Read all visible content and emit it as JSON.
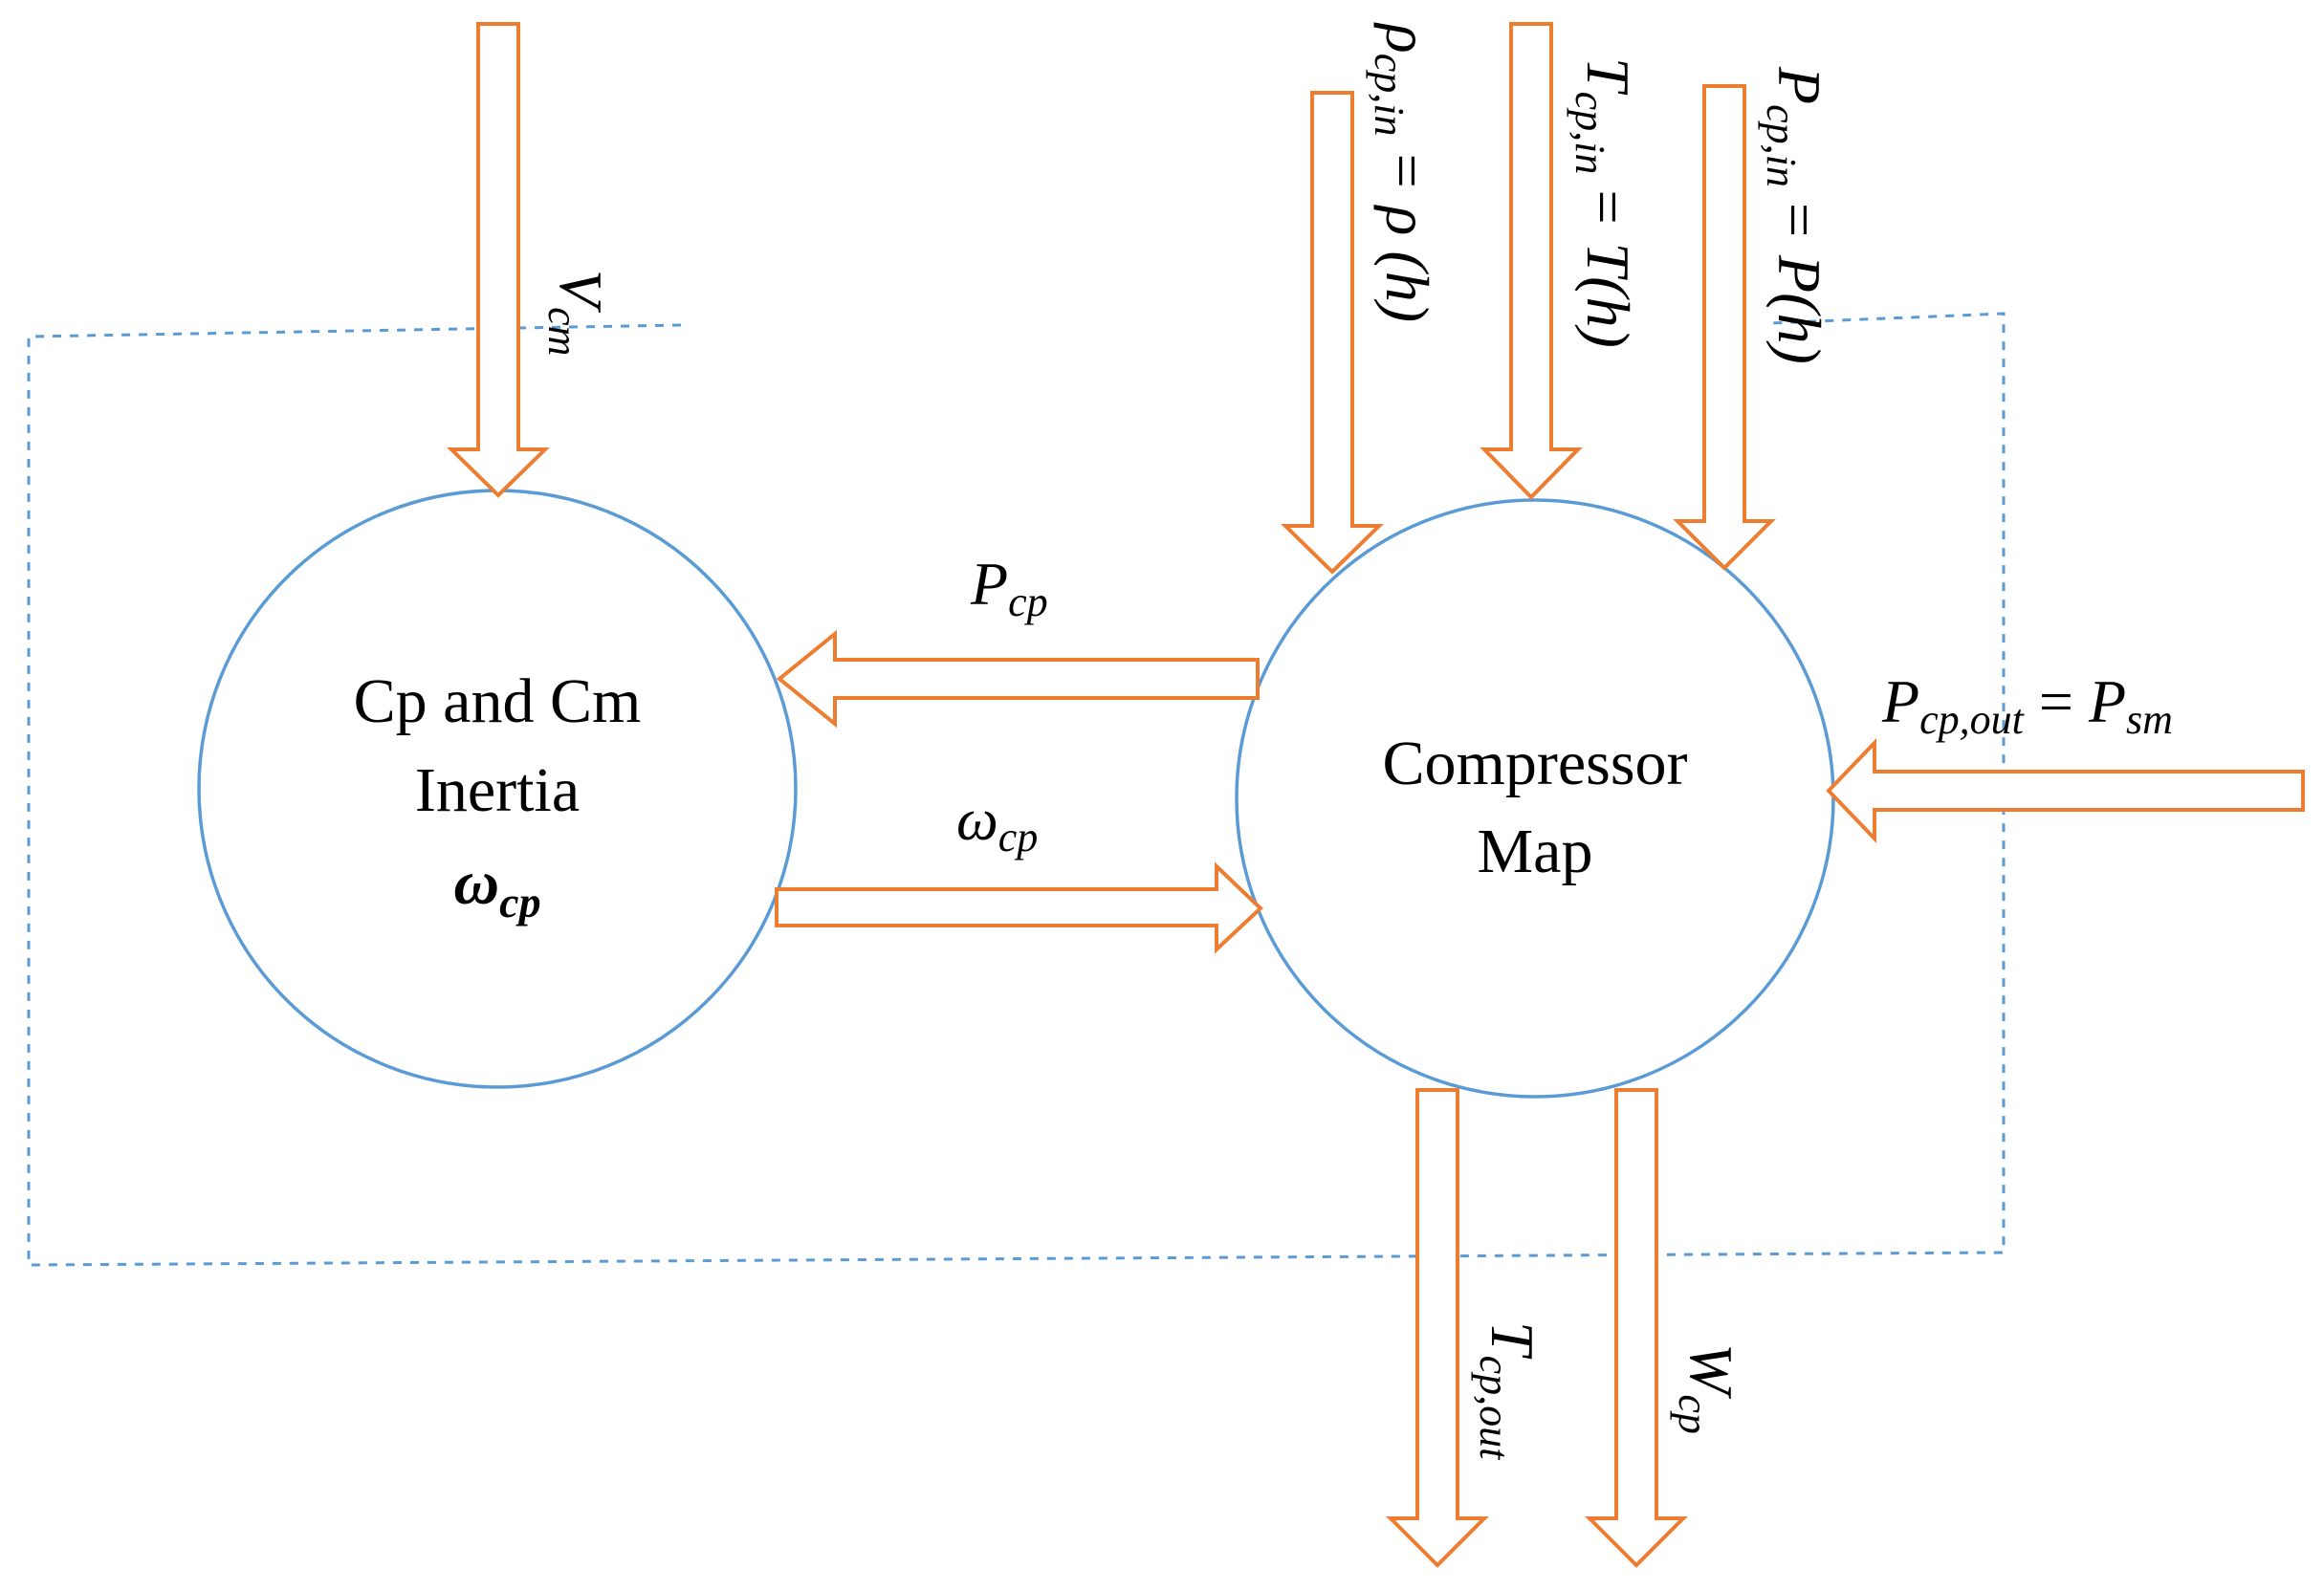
{
  "colors": {
    "arrow_stroke": "#ED7D31",
    "arrow_fill": "#FFFFFF",
    "circle_stroke": "#5B9BD5",
    "boundary": "#5B9BD5",
    "text": "#000000"
  },
  "nodes": {
    "inertia": {
      "line1": "Cp and Cm",
      "line2": "Inertia",
      "symbol": "ω",
      "symbol_sub": "cp"
    },
    "compressor_map": {
      "line1": "Compressor",
      "line2": "Map"
    }
  },
  "labels": {
    "v_cm": {
      "main": "V",
      "sub": "cm"
    },
    "rho_in": {
      "main": "ρ",
      "sub": "cp,in",
      "rhs": "= ρ (h)"
    },
    "t_in": {
      "main": "T",
      "sub": "cp,in",
      "rhs": "= T(h)"
    },
    "p_in": {
      "main": "P",
      "sub": "cp,in",
      "rhs": "= P(h)"
    },
    "p_cp": {
      "main": "P",
      "sub": "cp"
    },
    "omega_cp": {
      "main": "ω",
      "sub": "cp"
    },
    "p_out": {
      "main": "P",
      "sub": "cp,out",
      "eq": " = ",
      "rhs_main": "P",
      "rhs_sub": "sm"
    },
    "t_out": {
      "main": "T",
      "sub": "cp,out"
    },
    "w_cp": {
      "main": "W",
      "sub": "cp"
    }
  }
}
